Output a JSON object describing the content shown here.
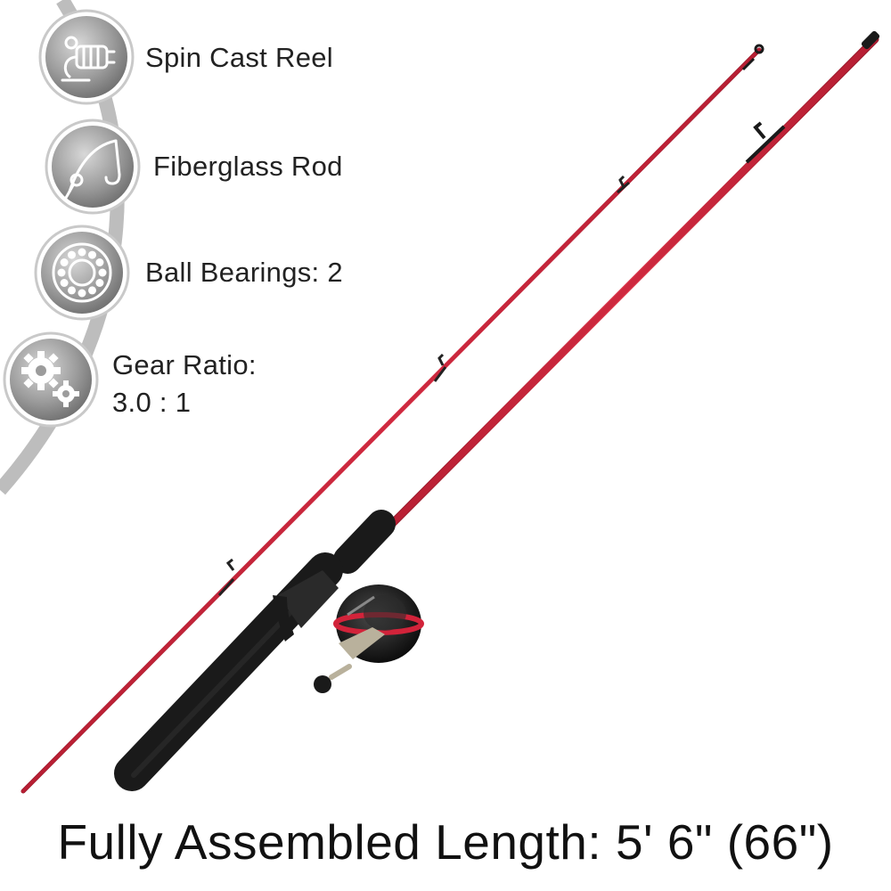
{
  "features": [
    {
      "icon": "spin-cast-reel-icon",
      "label": "Spin Cast Reel"
    },
    {
      "icon": "fishing-rod-icon",
      "label": "Fiberglass Rod"
    },
    {
      "icon": "ball-bearing-icon",
      "label": "Ball Bearings: 2"
    },
    {
      "icon": "gears-icon",
      "label_line1": "Gear Ratio:",
      "label_line2": "3.0 : 1"
    }
  ],
  "caption": "Fully Assembled Length: 5' 6\" (66\")",
  "colors": {
    "rod_red": "#c8243a",
    "handle_black": "#1a1a1a",
    "icon_silver": "#9a9a9a",
    "text": "#222222"
  }
}
